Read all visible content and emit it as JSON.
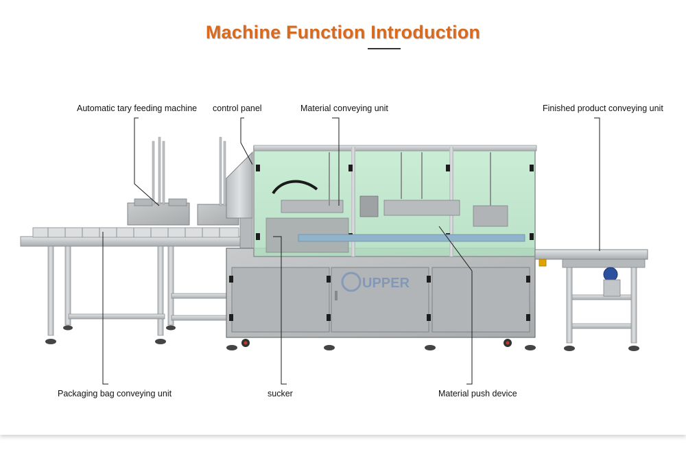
{
  "title": "Machine Function Introduction",
  "labels": {
    "tray_feeding": "Automatic tary feeding machine",
    "control_panel": "control panel",
    "material_conveying": "Material conveying unit",
    "finished_conveying": "Finished product conveying unit",
    "bag_conveying": "Packaging bag conveying unit",
    "sucker": "sucker",
    "push_device": "Material push device"
  },
  "logo_text": "UPPER",
  "colors": {
    "title": "#d9691c",
    "steel": "#c9cbcc",
    "steel_dark": "#9a9ea1",
    "glass": "#bfe8cc",
    "motor": "#2c4f9e"
  }
}
